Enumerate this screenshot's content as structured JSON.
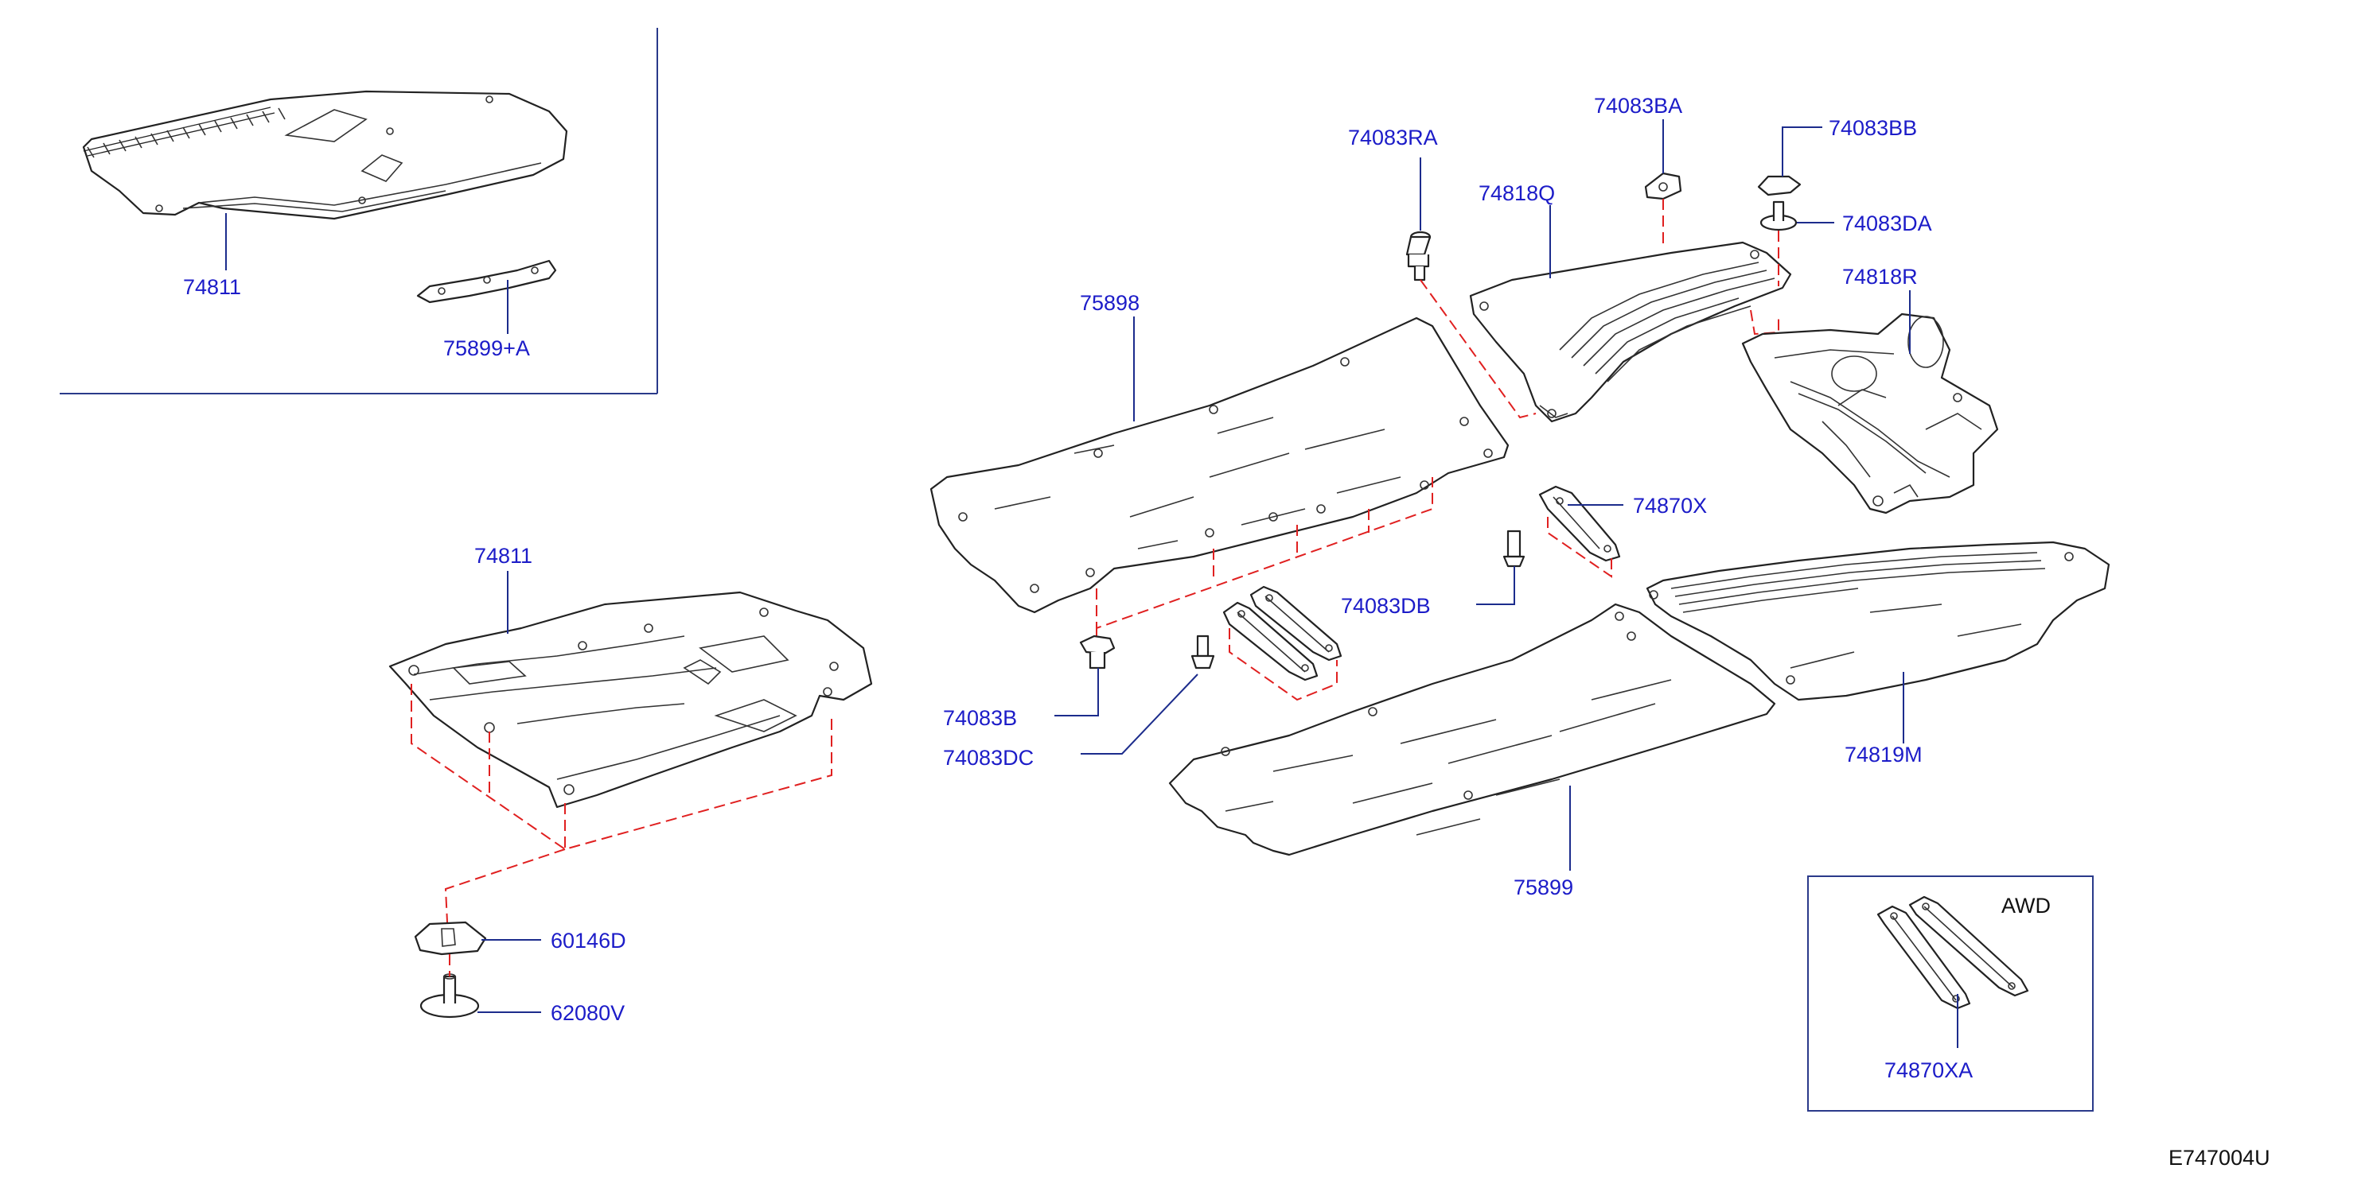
{
  "diagram_code": "E747004U",
  "awd_note": "AWD",
  "parts": {
    "p74811_inset": "74811",
    "p75899A": "75899+A",
    "p74811": "74811",
    "p60146D": "60146D",
    "p62080V": "62080V",
    "p74083RA": "74083RA",
    "p74083BA": "74083BA",
    "p74083BB": "74083BB",
    "p74083DA": "74083DA",
    "p74818Q": "74818Q",
    "p74818R": "74818R",
    "p75898": "75898",
    "p74870X": "74870X",
    "p74083DB": "74083DB",
    "p74083B": "74083B",
    "p74083DC": "74083DC",
    "p74819M": "74819M",
    "p75899": "75899",
    "p74870XA": "74870XA"
  },
  "colors": {
    "label": "#1c1cc8",
    "leader": "#1c2c8c",
    "phantom_line": "#e02020",
    "part_outline": "#222222"
  }
}
